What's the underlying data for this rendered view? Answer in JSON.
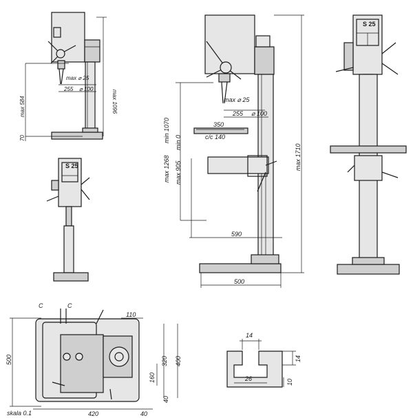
{
  "labels": {
    "side_max_stroke": "max ⌀ 25",
    "side_throat": "255",
    "side_column": "⌀ 100",
    "side_max1096": "max 1096",
    "side_max584": "max 584",
    "side_70": "70",
    "main_max_stroke": "max ⌀ 25",
    "main_throat": "255",
    "main_column": "⌀ 100",
    "main_350": "350",
    "main_table_col": "c/c 140",
    "main_max1268": "max 1268",
    "main_min1070": "min 1070",
    "main_max905": "max 905",
    "main_min0": "min 0",
    "main_590": "590",
    "main_500": "500",
    "main_max1710": "max 1710",
    "front_model": "S 25",
    "small_model": "S 25",
    "plan_C1": "C",
    "plan_C2": "C",
    "plan_110": "110",
    "plan_500": "500",
    "plan_320": "320",
    "plan_400": "400",
    "plan_160": "160",
    "plan_40v": "40",
    "plan_420": "420",
    "plan_40h": "40",
    "scale": "skala 0.1",
    "slot_14top": "14",
    "slot_14right": "14",
    "slot_26": "26",
    "slot_10": "10"
  }
}
